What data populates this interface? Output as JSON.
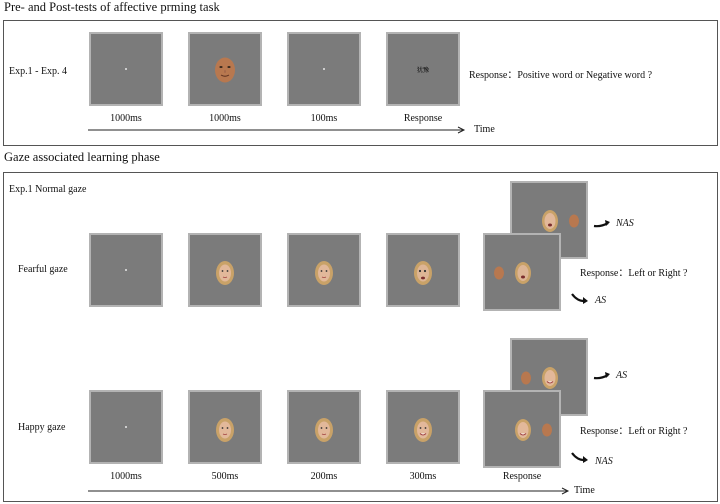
{
  "top": {
    "title": "Pre- and Post-tests of affective prming task",
    "exp_label": "Exp.1 - Exp. 4",
    "response": "Response：Positive word or Negative word ?",
    "durations": [
      "1000ms",
      "1000ms",
      "100ms",
      "Response"
    ],
    "time_label": "Time",
    "target_word": "犹豫"
  },
  "bottom": {
    "title": "Gaze associated learning phase",
    "exp_label": "Exp.1 Normal gaze",
    "fearful": {
      "label": "Fearful gaze",
      "response": "Response：Left or Right ?",
      "nas": "NAS",
      "as": "AS"
    },
    "happy": {
      "label": "Happy gaze",
      "response": "Response：Left or Right ?",
      "nas": "NAS",
      "as": "AS"
    },
    "durations": [
      "1000ms",
      "500ms",
      "200ms",
      "300ms",
      "Response"
    ],
    "time_label": "Time"
  },
  "colors": {
    "screen_bg": "#7b7b7b",
    "screen_border": "#b3b3b3",
    "neutral_face": "#b8784f",
    "hair": "#c9a268",
    "skin": "#e2b89a"
  }
}
